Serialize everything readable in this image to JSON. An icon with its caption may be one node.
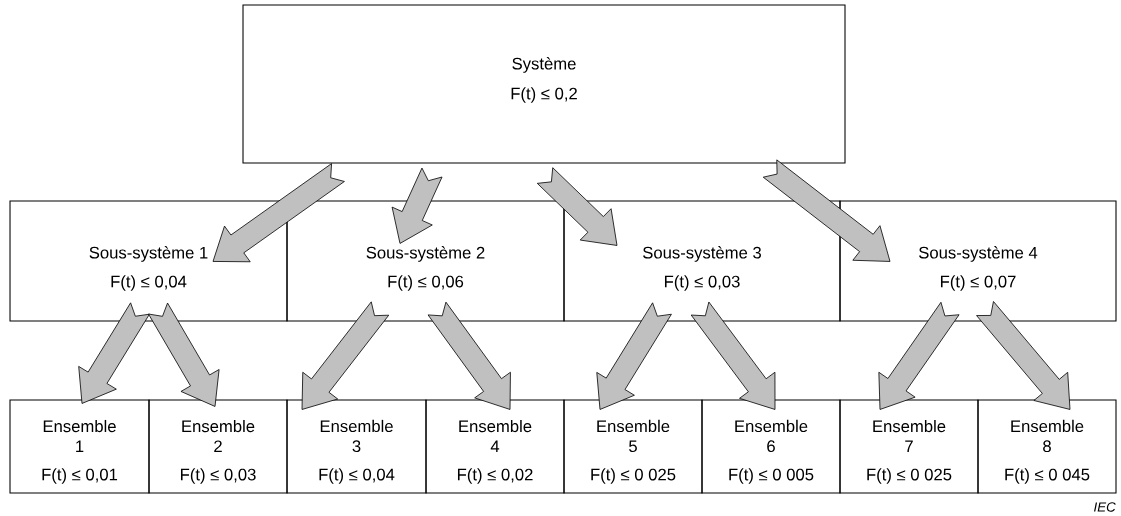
{
  "diagram": {
    "nodes": [
      {
        "text": [
          "Système",
          "F(t) ≤ 0,2"
        ]
      },
      {
        "text": [
          "Sous-système 1",
          "F(t) ≤ 0,04"
        ]
      },
      {
        "text": [
          "Sous-système 2",
          "F(t) ≤ 0,06"
        ]
      },
      {
        "text": [
          "Sous-système 3",
          "F(t) ≤ 0,03"
        ]
      },
      {
        "text": [
          "Sous-système 4",
          "F(t) ≤ 0,07"
        ]
      },
      {
        "text": [
          "Ensemble 1",
          "F(t) ≤ 0,01"
        ]
      },
      {
        "text": [
          "Ensemble 2",
          "F(t) ≤ 0,03"
        ]
      },
      {
        "text": [
          "Ensemble 3",
          "F(t) ≤ 0,04"
        ]
      },
      {
        "text": [
          "Ensemble 4",
          "F(t) ≤ 0,02"
        ]
      },
      {
        "text": [
          "Ensemble 5",
          "F(t) ≤ 0 025"
        ]
      },
      {
        "text": [
          "Ensemble 6",
          "F(t) ≤ 0 005"
        ]
      },
      {
        "text": [
          "Ensemble 7",
          "F(t) ≤ 0 025"
        ]
      },
      {
        "text": [
          "Ensemble 8",
          "F(t) ≤ 0 045"
        ]
      }
    ],
    "edges": [
      {
        "from": 0,
        "to": 1,
        "arrow": "to"
      },
      {
        "from": 0,
        "to": 2,
        "arrow": "to"
      },
      {
        "from": 0,
        "to": 3,
        "arrow": "to"
      },
      {
        "from": 0,
        "to": 4,
        "arrow": "to"
      },
      {
        "from": 1,
        "to": 5,
        "arrow": "to"
      },
      {
        "from": 1,
        "to": 6,
        "arrow": "to"
      },
      {
        "from": 2,
        "to": 7,
        "arrow": "to"
      },
      {
        "from": 2,
        "to": 8,
        "arrow": "to"
      },
      {
        "from": 3,
        "to": 9,
        "arrow": "to"
      },
      {
        "from": 3,
        "to": 10,
        "arrow": "to"
      },
      {
        "from": 4,
        "to": 11,
        "arrow": "to"
      },
      {
        "from": 4,
        "to": 12,
        "arrow": "to"
      }
    ],
    "labels": [
      "IEC"
    ]
  }
}
